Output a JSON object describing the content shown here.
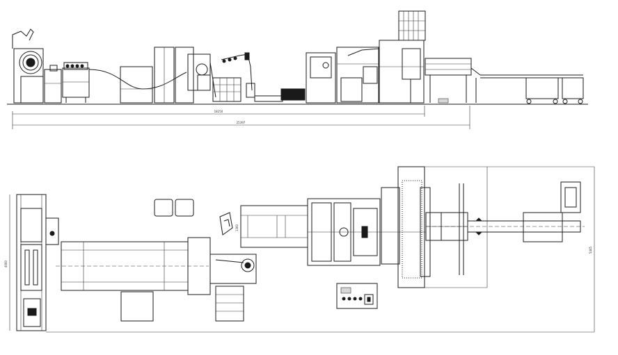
{
  "elevation_view": {
    "dimensions": {
      "inner_length": "18250",
      "overall_length": "25397"
    }
  },
  "plan_view": {
    "dimensions": {
      "left_width": "4060",
      "right_width": "5445",
      "box_label": "1360"
    }
  }
}
